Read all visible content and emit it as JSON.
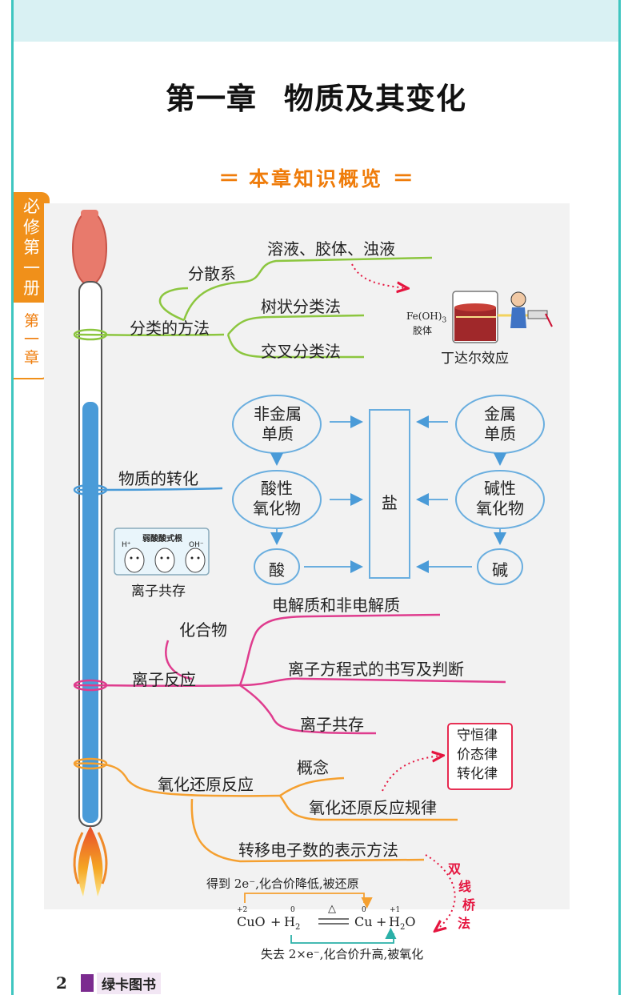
{
  "header": {
    "chapter": "第一章",
    "title": "物质及其变化",
    "overview": "本章知识概览",
    "overview_bars": "＝"
  },
  "side_tab": {
    "book": [
      "必",
      "修",
      "第",
      "一",
      "册"
    ],
    "chapter": [
      "第",
      "一",
      "章"
    ]
  },
  "branch1": {
    "root": "分类的方法",
    "group": "分散系",
    "items": [
      "溶液、胶体、浊液",
      "树状分类法",
      "交叉分类法"
    ],
    "image_label1": "Fe(OH)",
    "image_label1_sub": "3",
    "image_label2": "胶体",
    "image_caption": "丁达尔效应"
  },
  "branch2": {
    "root": "物质的转化",
    "nodes": {
      "nonmetal": [
        "非金属",
        "单质"
      ],
      "metal": [
        "金属",
        "单质"
      ],
      "acid_oxide": [
        "酸性",
        "氧化物"
      ],
      "base_oxide": [
        "碱性",
        "氧化物"
      ],
      "acid": "酸",
      "base": "碱",
      "salt": "盐"
    },
    "beaker_text": "弱酸酸式根",
    "beaker_ion1": "H⁺",
    "beaker_ion2": "OH⁻",
    "beaker_caption": "离子共存"
  },
  "branch3": {
    "root": "离子反应",
    "group": "化合物",
    "items": [
      "电解质和非电解质",
      "离子方程式的书写及判断",
      "离子共存"
    ]
  },
  "branch4": {
    "root": "氧化还原反应",
    "items": [
      "概念",
      "氧化还原反应规律",
      "转移电子数的表示方法"
    ],
    "rules": [
      "守恒律",
      "价态律",
      "转化律"
    ],
    "method": [
      "双",
      "线",
      "桥",
      "法"
    ]
  },
  "equation": {
    "top_note": "得到 2e⁻,化合价降低,被还原",
    "bottom_note": "失去 2×e⁻,化合价升高,被氧化",
    "left1": "CuO",
    "plus": "+",
    "left2": "H",
    "left2_sub": "2",
    "condition": "△",
    "right1": "Cu",
    "right2": "H",
    "right2_sub": "2",
    "right2_tail": "O",
    "ox_states": [
      "+2",
      "0",
      "0",
      "+1"
    ]
  },
  "footer": {
    "page": "2",
    "brand": "绿卡图书"
  },
  "colors": {
    "frame": "#3fc6c0",
    "accent": "#ef7c0a",
    "green": "#8cc63f",
    "blue": "#4a9bd8",
    "pink": "#df3c8e",
    "orange": "#f5a030",
    "red": "#e5153f"
  }
}
